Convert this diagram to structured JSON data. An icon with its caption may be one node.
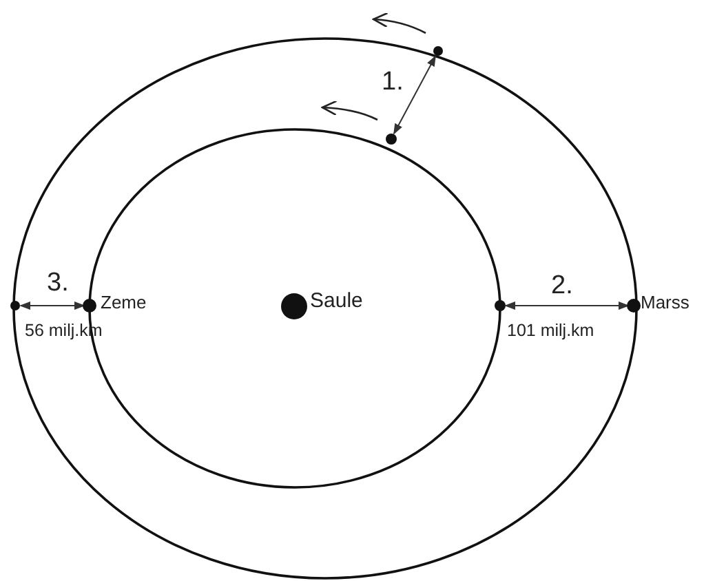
{
  "diagram": {
    "nodes": [
      {
        "text": [],
        "shape": "circle",
        "beside": [
          "Saule"
        ]
      },
      {
        "text": [],
        "shape": "circle",
        "beside": [
          "Zeme"
        ]
      },
      {
        "text": [],
        "shape": "circle",
        "beside": [
          "Marss"
        ]
      }
    ],
    "labels": [
      "1.",
      "3.",
      "2.",
      "56 milj.km",
      "101 milj.km"
    ]
  }
}
